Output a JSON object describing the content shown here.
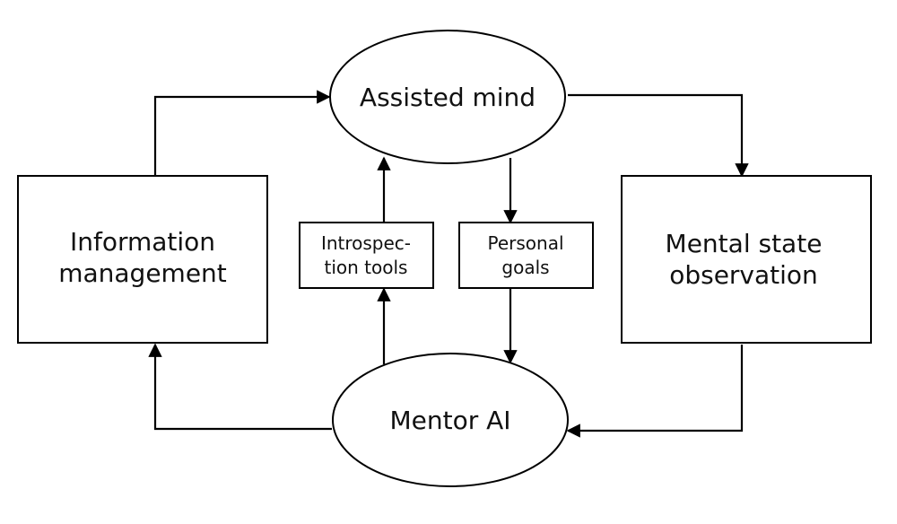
{
  "nodes": {
    "assisted_mind": {
      "label": "Assisted mind"
    },
    "mentor_ai": {
      "label": "Mentor AI"
    },
    "information_management": {
      "line1": "Information",
      "line2": "management"
    },
    "mental_state_observation": {
      "line1": "Mental state",
      "line2": "observation"
    },
    "introspection_tools": {
      "line1": "Introspec-",
      "line2": "tion tools"
    },
    "personal_goals": {
      "line1": "Personal",
      "line2": "goals"
    }
  },
  "edges": [
    {
      "from": "information_management",
      "to": "assisted_mind"
    },
    {
      "from": "assisted_mind",
      "to": "mental_state_observation"
    },
    {
      "from": "mental_state_observation",
      "to": "mentor_ai"
    },
    {
      "from": "mentor_ai",
      "to": "information_management"
    },
    {
      "from": "mentor_ai",
      "to": "introspection_tools"
    },
    {
      "from": "introspection_tools",
      "to": "assisted_mind"
    },
    {
      "from": "assisted_mind",
      "to": "personal_goals"
    },
    {
      "from": "personal_goals",
      "to": "mentor_ai"
    }
  ]
}
